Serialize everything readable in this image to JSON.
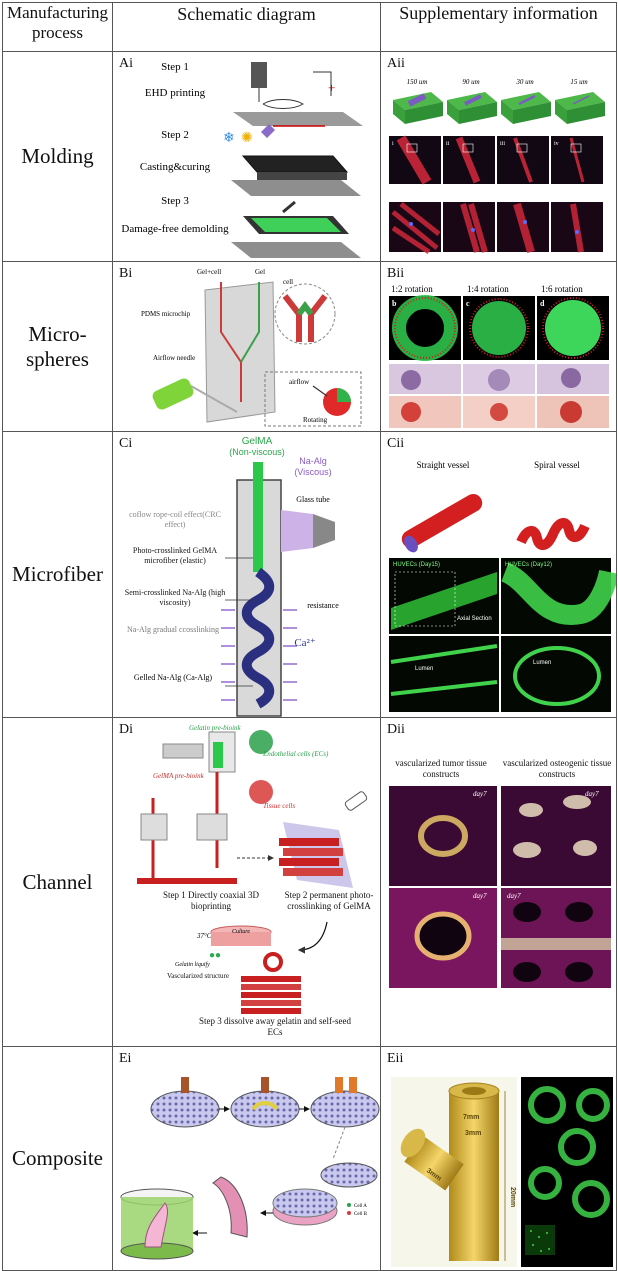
{
  "header": {
    "col1": "Manufacturing process",
    "col2": "Schematic diagram",
    "col3": "Supplementary information"
  },
  "rows": [
    {
      "process": "Molding",
      "schematic_label": "Ai",
      "supp_label": "Aii",
      "steps": [
        {
          "title": "Step 1",
          "text": "EHD printing"
        },
        {
          "title": "Step 2",
          "text": "Casting&curing"
        },
        {
          "title": "Step 3",
          "text": "Damage-free demolding"
        }
      ],
      "supp_sizes": [
        "150 um",
        "90 um",
        "30 um",
        "15 um"
      ],
      "supp_roman": [
        "i",
        "ii",
        "iii",
        "iv"
      ]
    },
    {
      "process": "Micro-spheres",
      "schematic_label": "Bi",
      "supp_label": "Bii",
      "labels": {
        "gelcell": "Gel+cell",
        "gel": "Gel",
        "cell": "cell",
        "pdms": "PDMS microchip",
        "airflow_needle": "Airflow needle",
        "airflow": "airflow",
        "rotating": "Rotating"
      },
      "rotations": [
        "1:2 rotation",
        "1:4 rotation",
        "1:6 rotation"
      ],
      "panel_letters": [
        "b",
        "c",
        "d"
      ]
    },
    {
      "process": "Microfiber",
      "schematic_label": "Ci",
      "supp_label": "Cii",
      "labels": {
        "gelma": "GelMA",
        "gelma_sub": "(Non-viscous)",
        "naalg": "Na-Alg",
        "naalg_sub": "(Viscous)",
        "glass": "Glass tube",
        "crc": "coflow rope-coil effect(CRC effect)",
        "photo": "Photo-crosslinked GelMA microfiber (elastic)",
        "semi": "Semi-crosslinked Na-Alg (high viscosity)",
        "resistance": "resistance",
        "gradual": "Na-Alg gradual ccosslinking",
        "ca": "Ca²⁺",
        "gelled": "Gelled Na-Alg (Ca-Alg)"
      },
      "vessels": [
        "Straight vessel",
        "Spiral vessel"
      ],
      "straight_ve": "Straight ve",
      "huvec_a": "HUVECs (Day15)",
      "huvec_b": "HUVECs (Day12)",
      "axial": "Axial Section",
      "lumen": "Lumen"
    },
    {
      "process": "Channel",
      "schematic_label": "Di",
      "supp_label": "Dii",
      "labels": {
        "gelatin_bioink": "Gelatin pre-bioink",
        "ecs": "Endothelial cells (ECs)",
        "gelma_bioink": "GelMA pre-bioink",
        "tissue": "Tissue cells",
        "step1": "Step 1   Directly coaxial 3D bioprinting",
        "step2": "Step 2  permanent photo-crosslinking of GelMA",
        "temp": "37°C",
        "culture": "Culture",
        "liquify": "Gelatin liquify",
        "vasc": "Vascularized structure",
        "step3": "Step 3  dissolve away gelatin and self-seed ECs"
      },
      "supp_titles": [
        "vascularized tumor tissue constructs",
        "vascularized osteogenic tissue constructs"
      ],
      "day": "day7"
    },
    {
      "process": "Composite",
      "schematic_label": "Ei",
      "supp_label": "Eii",
      "dims": {
        "a": "7mm",
        "b": "3mm",
        "c": "3mm",
        "d": "20mm"
      },
      "cell_a": "Cell A",
      "cell_b": "Cell B"
    }
  ]
}
